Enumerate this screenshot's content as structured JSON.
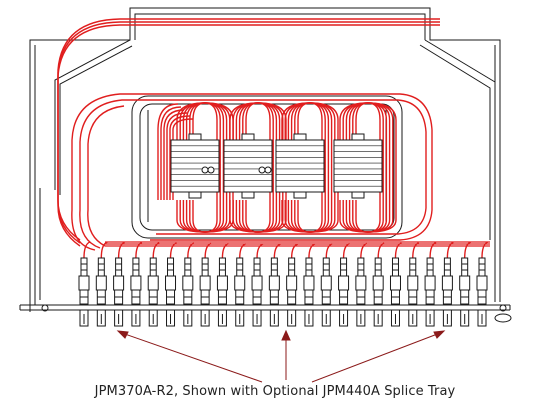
{
  "caption": "JPM370A-R2, Shown with Optional JPM440A Splice Tray",
  "colors": {
    "fiber": "#e01e1e",
    "line": "#1a1a1a",
    "arrow": "#8b1a1a",
    "background": "#ffffff"
  },
  "splice_tray": {
    "splice_modules": 4,
    "fibers_per_module": 6
  },
  "connectors": {
    "count": 24
  }
}
